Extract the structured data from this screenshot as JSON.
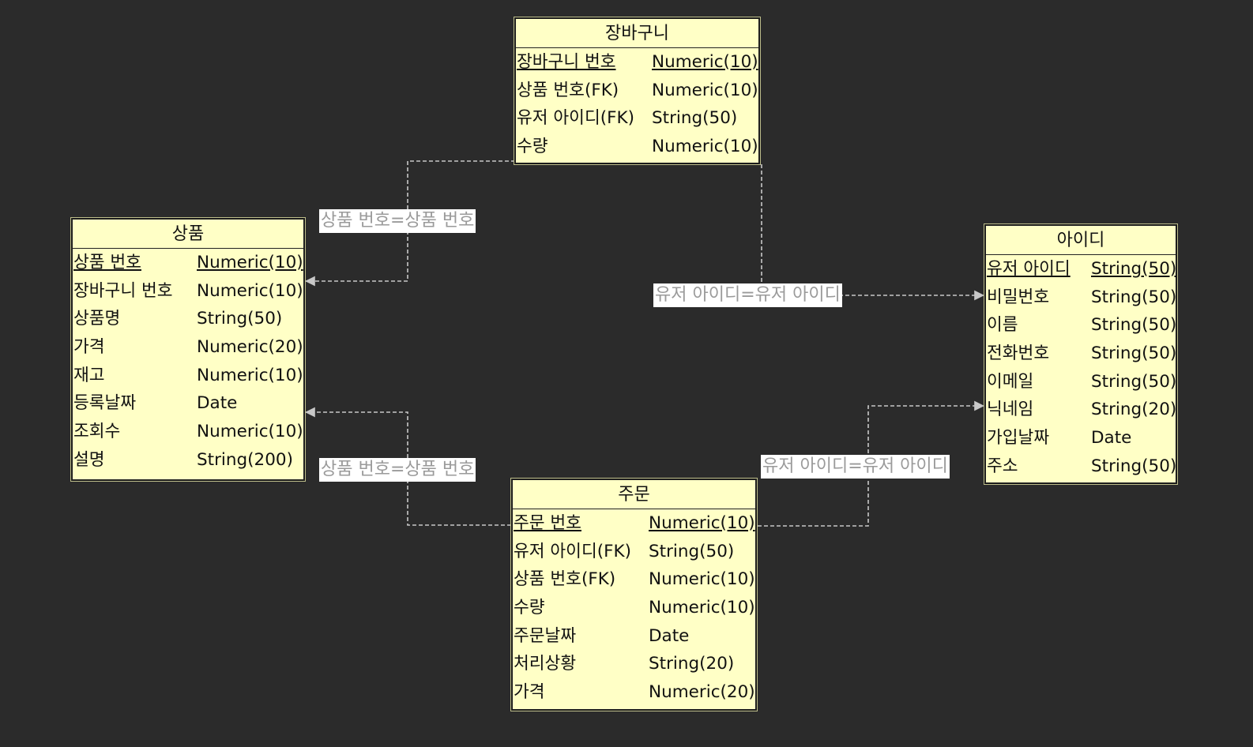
{
  "entities": {
    "cart": {
      "title": "장바구니",
      "rows": [
        {
          "name": "장바구니 번호",
          "type": "Numeric(10)"
        },
        {
          "name": "상품 번호(FK)",
          "type": "Numeric(10)"
        },
        {
          "name": "유저 아이디(FK)",
          "type": "String(50)"
        },
        {
          "name": "수량",
          "type": "Numeric(10)"
        }
      ]
    },
    "product": {
      "title": "상품",
      "rows": [
        {
          "name": "상품 번호",
          "type": "Numeric(10)"
        },
        {
          "name": "장바구니 번호",
          "type": "Numeric(10)"
        },
        {
          "name": "상품명",
          "type": "String(50)"
        },
        {
          "name": "가격",
          "type": "Numeric(20)"
        },
        {
          "name": "재고",
          "type": "Numeric(10)"
        },
        {
          "name": "등록날짜",
          "type": "Date"
        },
        {
          "name": "조회수",
          "type": "Numeric(10)"
        },
        {
          "name": "설명",
          "type": "String(200)"
        }
      ]
    },
    "user": {
      "title": "아이디",
      "rows": [
        {
          "name": "유저 아이디",
          "type": "String(50)"
        },
        {
          "name": "비밀번호",
          "type": "String(50)"
        },
        {
          "name": "이름",
          "type": "String(50)"
        },
        {
          "name": "전화번호",
          "type": "String(50)"
        },
        {
          "name": "이메일",
          "type": "String(50)"
        },
        {
          "name": "닉네임",
          "type": "String(20)"
        },
        {
          "name": "가입날짜",
          "type": "Date"
        },
        {
          "name": "주소",
          "type": "String(50)"
        }
      ]
    },
    "order": {
      "title": "주문",
      "rows": [
        {
          "name": "주문 번호",
          "type": "Numeric(10)"
        },
        {
          "name": "유저 아이디(FK)",
          "type": "String(50)"
        },
        {
          "name": "상품 번호(FK)",
          "type": "Numeric(10)"
        },
        {
          "name": "수량",
          "type": "Numeric(10)"
        },
        {
          "name": "주문날짜",
          "type": "Date"
        },
        {
          "name": "처리상황",
          "type": "String(20)"
        },
        {
          "name": "가격",
          "type": "Numeric(20)"
        }
      ]
    }
  },
  "relations": {
    "cart_product": "상품 번호=상품 번호",
    "cart_user": "유저 아이디=유저 아이디",
    "order_product": "상품 번호=상품 번호",
    "order_user": "유저 아이디=유저 아이디"
  },
  "colors": {
    "background": "#2b2b2b",
    "entity_fill": "#ffffc6",
    "connector": "#c8c8c8",
    "label_text": "#9a9a9a"
  }
}
